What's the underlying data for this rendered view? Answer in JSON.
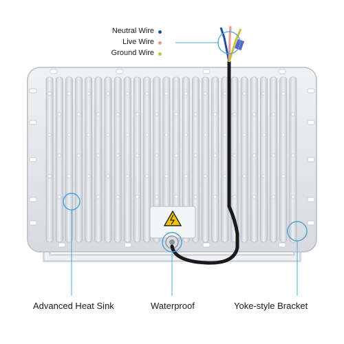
{
  "wire_legend": [
    {
      "label": "Neutral Wire",
      "color": "#1f4fa8"
    },
    {
      "label": "Live Wire",
      "color": "#e89a9a"
    },
    {
      "label": "Ground Wire",
      "color": "#c9c23b"
    }
  ],
  "callouts": {
    "heat_sink": "Advanced Heat Sink",
    "waterproof": "Waterproof",
    "bracket": "Yoke-style Bracket"
  },
  "warning_icon": "high-voltage-warning-icon",
  "colors": {
    "callout_line": "#4da3d9",
    "housing": "#e6e8ec",
    "fin": "#dfe2e7",
    "cable": "#1a1a1a",
    "warning_yellow": "#f2c200"
  }
}
